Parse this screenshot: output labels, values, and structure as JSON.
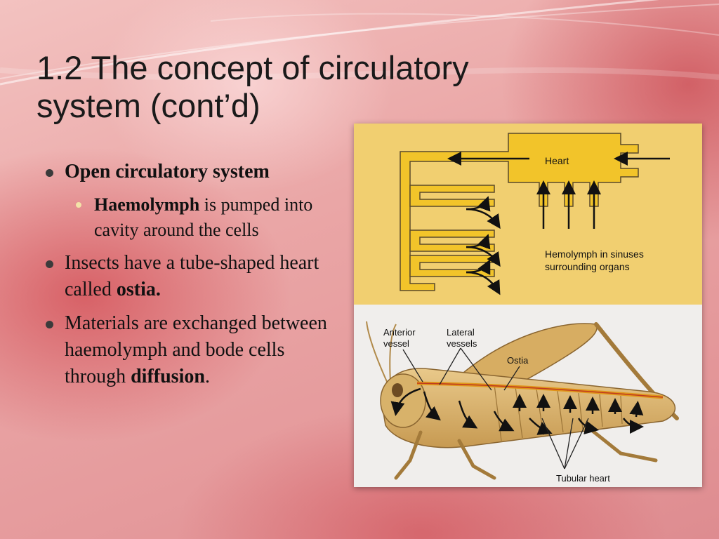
{
  "slide": {
    "title": "1.2 The concept of circulatory system (cont’d)",
    "bullets": [
      {
        "bold": "Open circulatory system"
      },
      {
        "bold": "Haemolymph",
        "rest": " is pumped into cavity around the cells"
      },
      {
        "before": "Insects have a tube-shaped heart called ",
        "bold": "ostia."
      },
      {
        "before": "Materials are exchanged between haemolymph and bode cells through ",
        "bold": "diffusion",
        "after": "."
      }
    ]
  },
  "figure": {
    "top_labels": {
      "heart": "Heart",
      "sinus_line1": "Hemolymph in sinuses",
      "sinus_line2": "surrounding organs"
    },
    "bottom_labels": {
      "anterior_line1": "Anterior",
      "anterior_line2": "vessel",
      "lateral_line1": "Lateral",
      "lateral_line2": "vessels",
      "ostia": "Ostia",
      "tubular": "Tubular heart"
    }
  },
  "colors": {
    "panel_yellow": "#f1cf70",
    "vessel_yellow": "#f2c42a",
    "vessel_outline": "#5a4a2a",
    "panel_light": "#f0eeec",
    "insect": "#d9b46e"
  }
}
